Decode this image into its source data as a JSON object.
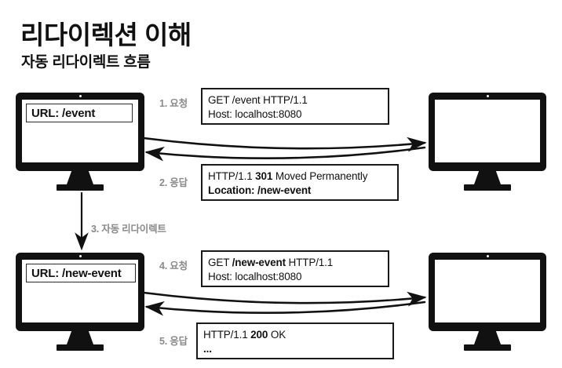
{
  "header": {
    "title": "리다이렉션 이해",
    "subtitle": "자동 리다이렉트 흐름"
  },
  "colors": {
    "ink": "#111111",
    "step_label": "#8a8a8a",
    "background": "#ffffff"
  },
  "clients": [
    {
      "name": "client-top",
      "url_label": "URL: /event"
    },
    {
      "name": "client-bottom",
      "url_label": "URL: /new-event"
    }
  ],
  "servers": [
    {
      "name": "server-top",
      "screen_text": ""
    },
    {
      "name": "server-bottom",
      "screen_text": ""
    }
  ],
  "steps": [
    {
      "id": 1,
      "label": "1. 요청"
    },
    {
      "id": 2,
      "label": "2. 응답"
    },
    {
      "id": 3,
      "label": "3. 자동 리다이렉트"
    },
    {
      "id": 4,
      "label": "4. 요청"
    },
    {
      "id": 5,
      "label": "5. 응답"
    }
  ],
  "messages": [
    {
      "id": "request-1",
      "line1_pre": "GET /event HTTP/1.1",
      "line1_bold": "",
      "line1_post": "",
      "line2": "Host: localhost:8080",
      "line2_bold": false
    },
    {
      "id": "response-1",
      "line1_pre": "HTTP/1.1 ",
      "line1_bold": "301",
      "line1_post": " Moved Permanently",
      "line2": "Location: /new-event",
      "line2_bold": true
    },
    {
      "id": "request-2",
      "line1_pre": "GET ",
      "line1_bold": "/new-event",
      "line1_post": " HTTP/1.1",
      "line2": "Host: localhost:8080",
      "line2_bold": false
    },
    {
      "id": "response-2",
      "line1_pre": "HTTP/1.1 ",
      "line1_bold": "200",
      "line1_post": " OK",
      "line2": "...",
      "line2_bold": true
    }
  ]
}
